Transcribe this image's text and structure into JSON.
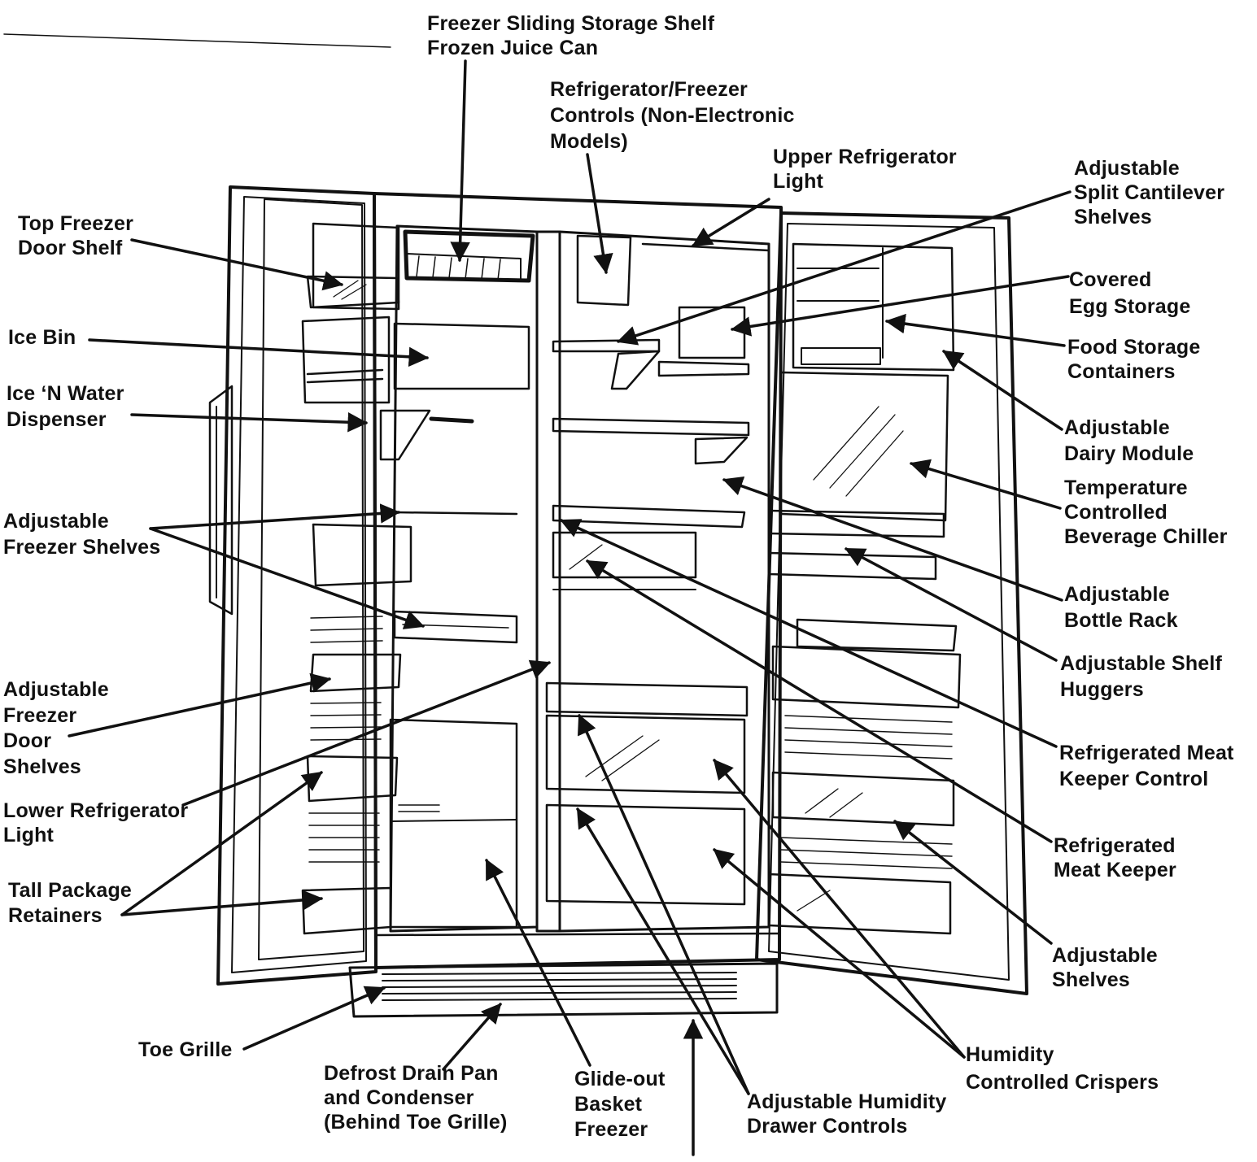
{
  "colors": {
    "ink": "#111111",
    "paper": "#ffffff"
  },
  "labels": {
    "freezer_sliding_shelf": {
      "lines": [
        "Freezer Sliding Storage Shelf",
        "Frozen Juice Can"
      ]
    },
    "fridge_freezer_controls": {
      "lines": [
        "Refrigerator/Freezer",
        "Controls (Non-Electronic",
        "Models)"
      ]
    },
    "upper_fridge_light": {
      "lines": [
        "Upper Refrigerator",
        "Light"
      ]
    },
    "split_cantilever": {
      "lines": [
        "Adjustable",
        "Split Cantilever",
        "Shelves"
      ]
    },
    "top_freezer_door_shelf": {
      "lines": [
        "Top Freezer",
        "Door Shelf"
      ]
    },
    "covered_egg": {
      "lines": [
        "Covered",
        "Egg Storage"
      ]
    },
    "ice_bin": {
      "lines": [
        "Ice Bin"
      ]
    },
    "food_storage": {
      "lines": [
        "Food Storage",
        "Containers"
      ]
    },
    "ice_water_dispenser": {
      "lines": [
        "Ice ‘N Water",
        "Dispenser"
      ]
    },
    "dairy_module": {
      "lines": [
        "Adjustable",
        "Dairy Module"
      ]
    },
    "beverage_chiller": {
      "lines": [
        "Temperature",
        "Controlled",
        "Beverage Chiller"
      ]
    },
    "freezer_shelves": {
      "lines": [
        "Adjustable",
        "Freezer Shelves"
      ]
    },
    "bottle_rack": {
      "lines": [
        "Adjustable",
        "Bottle Rack"
      ]
    },
    "shelf_huggers": {
      "lines": [
        "Adjustable Shelf",
        "Huggers"
      ]
    },
    "freezer_door_shelves": {
      "lines": [
        "Adjustable",
        "Freezer",
        "Door",
        "Shelves"
      ]
    },
    "meat_keeper_control": {
      "lines": [
        "Refrigerated Meat",
        "Keeper Control"
      ]
    },
    "lower_fridge_light": {
      "lines": [
        "Lower Refrigerator",
        "Light"
      ]
    },
    "meat_keeper": {
      "lines": [
        "Refrigerated",
        "Meat Keeper"
      ]
    },
    "tall_package": {
      "lines": [
        "Tall Package",
        "Retainers"
      ]
    },
    "adjustable_shelves": {
      "lines": [
        "Adjustable",
        "Shelves"
      ]
    },
    "toe_grille": {
      "lines": [
        "Toe Grille"
      ]
    },
    "defrost_drain": {
      "lines": [
        "Defrost Drain Pan",
        "and Condenser",
        "(Behind Toe Grille)"
      ]
    },
    "glide_out_basket": {
      "lines": [
        "Glide-out",
        "Basket",
        "Freezer"
      ]
    },
    "humidity_drawer_controls": {
      "lines": [
        "Adjustable Humidity",
        "Drawer Controls"
      ]
    },
    "humidity_crispers": {
      "lines": [
        "Humidity",
        "Controlled Crispers"
      ]
    }
  }
}
